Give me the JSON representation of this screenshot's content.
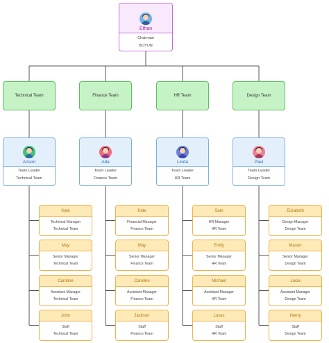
{
  "chairman": {
    "name": "Ethan",
    "title": "Chairman",
    "org": "BOYUN"
  },
  "teams": [
    {
      "name": "Technical Team",
      "leader": {
        "name": "Anson",
        "title": "Team Leader",
        "team": "Technical Team"
      },
      "staff": [
        {
          "name": "Kate",
          "title": "Technical Manager",
          "team": "Technical Team"
        },
        {
          "name": "May",
          "title": "Senior Manager",
          "team": "Technical Team"
        },
        {
          "name": "Caroline",
          "title": "Assistant Manager",
          "team": "Technical Team"
        },
        {
          "name": "John",
          "title": "Staff",
          "team": "Technical Team"
        }
      ]
    },
    {
      "name": "Finance Team",
      "leader": {
        "name": "Ada",
        "title": "Team Leader",
        "team": "Finance Team"
      },
      "staff": [
        {
          "name": "Kate",
          "title": "Financial Manager",
          "team": "Finance Team"
        },
        {
          "name": "May",
          "title": "Senior Manager",
          "team": "Finance Team"
        },
        {
          "name": "Caroline",
          "title": "Assistant Manager",
          "team": "Finance Team"
        },
        {
          "name": "Jackson",
          "title": "Staff",
          "team": "Finance Team"
        }
      ]
    },
    {
      "name": "HR Team",
      "leader": {
        "name": "Linda",
        "title": "Team Leader",
        "team": "HR Team"
      },
      "staff": [
        {
          "name": "Sam",
          "title": "HR Manager",
          "team": "HR Team"
        },
        {
          "name": "Emily",
          "title": "Senior Manager",
          "team": "HR Team"
        },
        {
          "name": "Michael",
          "title": "Assistant Manager",
          "team": "HR Team"
        },
        {
          "name": "Lucas",
          "title": "Staff",
          "team": "HR Team"
        }
      ]
    },
    {
      "name": "Design Team",
      "leader": {
        "name": "Paul",
        "title": "Team Leader",
        "team": "Design Team"
      },
      "staff": [
        {
          "name": "Elizabeth",
          "title": "Design Manager",
          "team": "Design Team"
        },
        {
          "name": "Mason",
          "title": "Senior Manager",
          "team": "Design Team"
        },
        {
          "name": "Lucia",
          "title": "Assistant Manager",
          "team": "Design Team"
        },
        {
          "name": "Henry",
          "title": "Staff",
          "team": "Design Team"
        }
      ]
    }
  ],
  "colors": {
    "connector": "#555555",
    "chairman_border": "#c46fe0",
    "team_fill": "#c6f3c6",
    "leader_border": "#7aaee0",
    "staff_border": "#f0b14c"
  },
  "avatars": {
    "chairman": {
      "icon": "person-avatar-icon",
      "bg": "#6fb3e6",
      "hair": "#2b3a55",
      "shirt": "#2f5f9e"
    },
    "leaders": [
      {
        "icon": "person-avatar-icon",
        "bg": "#45c27a",
        "hair": "#233047",
        "shirt": "#2c6f9c"
      },
      {
        "icon": "person-avatar-icon",
        "bg": "#f06a7d",
        "hair": "#3a2a35",
        "shirt": "#8b3a8e"
      },
      {
        "icon": "person-avatar-icon",
        "bg": "#6b7fd8",
        "hair": "#1d2340",
        "shirt": "#3b4aa8"
      },
      {
        "icon": "person-avatar-icon",
        "bg": "#f07f95",
        "hair": "#3b2635",
        "shirt": "#a33a5c"
      }
    ]
  }
}
